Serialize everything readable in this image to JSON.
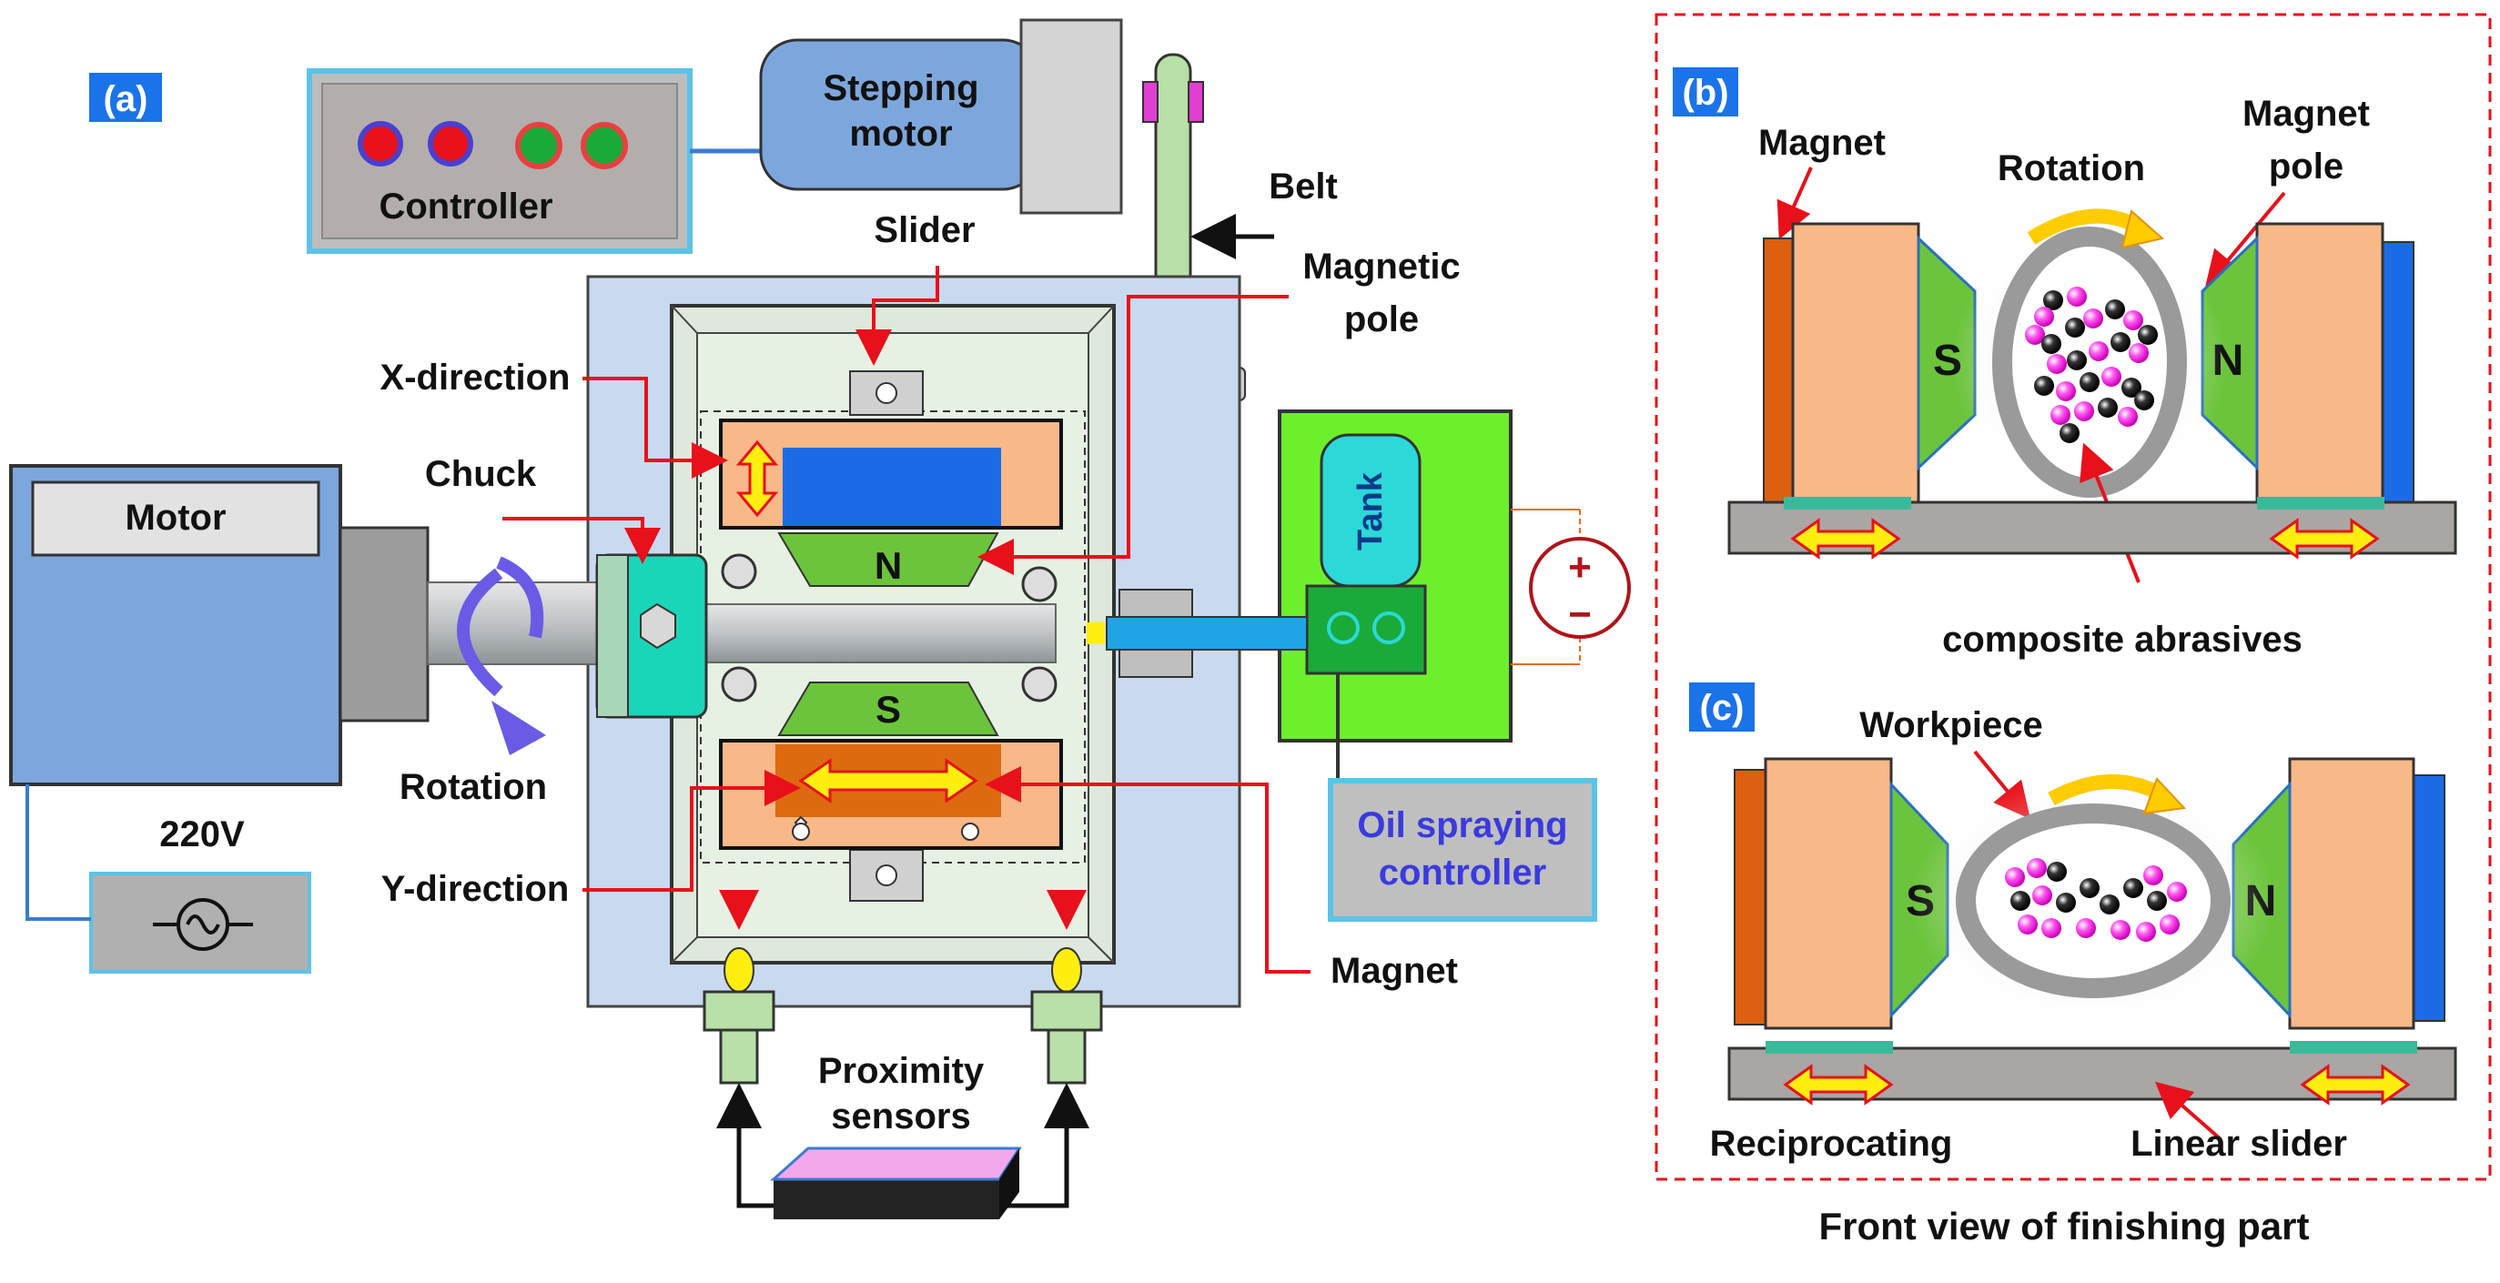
{
  "panel_a": {
    "tag": "(a)",
    "controller": "Controller",
    "stepping_motor_line1": "Stepping",
    "stepping_motor_line2": "motor",
    "belt": "Belt",
    "slider": "Slider",
    "magnetic_pole_line1": "Magnetic",
    "magnetic_pole_line2": "pole",
    "x_direction": "X-direction",
    "chuck": "Chuck",
    "motor": "Motor",
    "rotation": "Rotation",
    "voltage": "220V",
    "y_direction": "Y-direction",
    "pole_n": "N",
    "pole_s": "S",
    "tank": "Tank",
    "oil_controller_line1": "Oil spraying",
    "oil_controller_line2": "controller",
    "magnet": "Magnet",
    "proximity_line1": "Proximity",
    "proximity_line2": "sensors",
    "plus": "+",
    "minus": "−"
  },
  "panel_b": {
    "tag": "(b)",
    "magnet": "Magnet",
    "rotation": "Rotation",
    "magnet_pole_line1": "Magnet",
    "magnet_pole_line2": "pole",
    "pole_s": "S",
    "pole_n": "N",
    "composite": "composite abrasives"
  },
  "panel_c": {
    "tag": "(c)",
    "workpiece": "Workpiece",
    "pole_s": "S",
    "pole_n": "N",
    "reciprocating": "Reciprocating",
    "linear_slider": "Linear slider"
  },
  "caption": "Front view of finishing part",
  "colors": {
    "tag_blue": "#1a73e8",
    "annotation_red": "#e8101a",
    "magnet_orange": "#f8b888",
    "pole_green": "#6cc43c",
    "motor_blue": "#7da7dc",
    "board_green": "#6cf02c",
    "abrasive_magenta": "#ff44ee"
  }
}
